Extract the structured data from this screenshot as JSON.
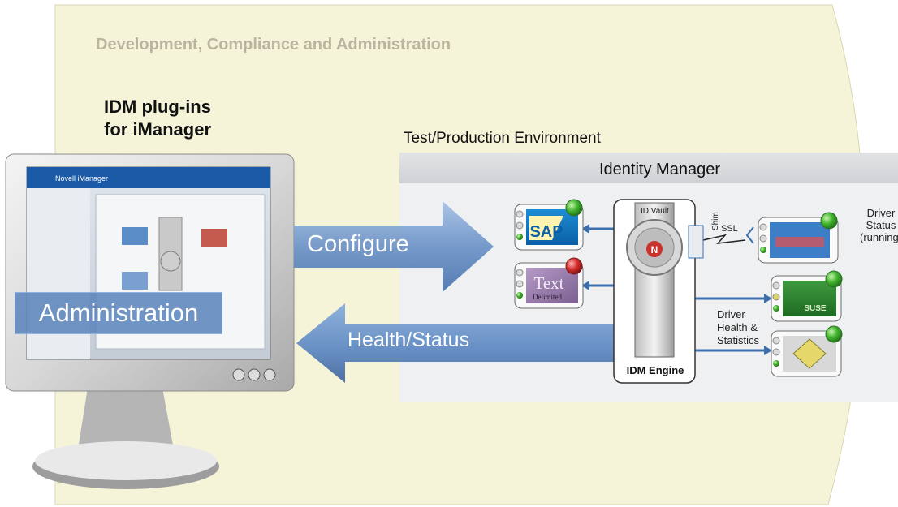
{
  "zone": {
    "title": "Development, Compliance and Administration"
  },
  "plugins": {
    "title_line1": "IDM plug-ins",
    "title_line2": "for iManager"
  },
  "environment": {
    "title": "Test/Production Environment"
  },
  "identity_manager": {
    "title": "Identity Manager"
  },
  "arrows": {
    "configure": "Configure",
    "health_status": "Health/Status"
  },
  "admin": {
    "label": "Administration"
  },
  "engine": {
    "label": "IDM Engine",
    "vault": "ID Vault",
    "shim": "Shim",
    "ssl": "SSL",
    "logo_letter": "N"
  },
  "drivers": {
    "sap": "SAP",
    "text": "Text",
    "text_sub": "Delimited",
    "suse": "SUSE",
    "status_line1": "Driver",
    "status_line2": "Status",
    "status_line3": "(running)",
    "health_line1": "Driver",
    "health_line2": "Health &",
    "health_line3": "Statistics"
  },
  "screen": {
    "app_title": "Novell iManager"
  },
  "colors": {
    "zone_fill": "#f6f4d8",
    "env_panel": "#eef0f2",
    "arrow_blue": "#6f95c8",
    "status_green": "#3cae2e",
    "status_red": "#d43131"
  }
}
